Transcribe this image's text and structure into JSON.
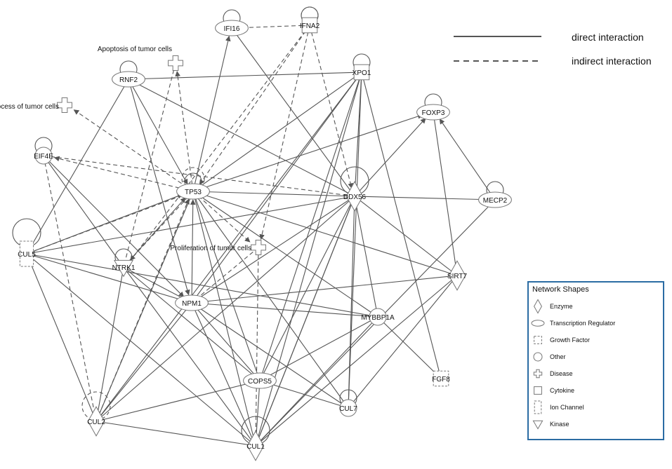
{
  "nodes": [
    {
      "id": "IFI16",
      "label": "IFI16",
      "shape": "ellipse"
    },
    {
      "id": "IFNA2",
      "label": "IFNA2",
      "shape": "cytokine"
    },
    {
      "id": "APOP",
      "label": "Apoptosis of tumor cells",
      "shape": "disease"
    },
    {
      "id": "RNF2",
      "label": "RNF2",
      "shape": "ellipse"
    },
    {
      "id": "XPO1",
      "label": "XPO1",
      "shape": "cytokine"
    },
    {
      "id": "CELLDIV",
      "label": "Cell division process of tumor cells",
      "shape": "disease"
    },
    {
      "id": "FOXP3",
      "label": "FOXP3",
      "shape": "ellipse"
    },
    {
      "id": "EIF4E",
      "label": "EIF4E",
      "shape": "other"
    },
    {
      "id": "TP53",
      "label": "TP53",
      "shape": "ellipse"
    },
    {
      "id": "DDX56",
      "label": "DDX56",
      "shape": "enzyme"
    },
    {
      "id": "MECP2",
      "label": "MECP2",
      "shape": "ellipse"
    },
    {
      "id": "CUL5",
      "label": "CUL5",
      "shape": "ionchannel"
    },
    {
      "id": "PROLIF",
      "label": "Proliferation of tumor cells",
      "shape": "disease"
    },
    {
      "id": "NTRK1",
      "label": "NTRK1",
      "shape": "kinase"
    },
    {
      "id": "SIRT7",
      "label": "SIRT7",
      "shape": "enzyme"
    },
    {
      "id": "NPM1",
      "label": "NPM1",
      "shape": "ellipse"
    },
    {
      "id": "MYBBP1A",
      "label": "MYBBP1A",
      "shape": "other"
    },
    {
      "id": "FGF8",
      "label": "FGF8",
      "shape": "growthfactor"
    },
    {
      "id": "COPS5",
      "label": "COPS5",
      "shape": "ellipse"
    },
    {
      "id": "CUL7",
      "label": "CUL7",
      "shape": "other"
    },
    {
      "id": "CUL2",
      "label": "CUL2",
      "shape": "enzyme"
    },
    {
      "id": "CUL1",
      "label": "CUL1",
      "shape": "enzyme"
    }
  ],
  "edges": [
    {
      "from": "IFNA2",
      "to": "IFI16",
      "type": "indirect",
      "arrow": true
    },
    {
      "from": "IFNA2",
      "to": "TP53",
      "type": "indirect",
      "arrow": true
    },
    {
      "from": "IFNA2",
      "to": "DDX56",
      "type": "indirect",
      "arrow": true
    },
    {
      "from": "IFNA2",
      "to": "PROLIF",
      "type": "indirect",
      "arrow": true
    },
    {
      "from": "IFNA2",
      "to": "NTRK1",
      "type": "indirect",
      "arrow": true
    },
    {
      "from": "IFI16",
      "to": "DDX56",
      "type": "direct",
      "arrow": false
    },
    {
      "from": "TP53",
      "to": "IFI16",
      "type": "direct",
      "arrow": true
    },
    {
      "from": "TP53",
      "to": "APOP",
      "type": "indirect",
      "arrow": true
    },
    {
      "from": "TP53",
      "to": "CELLDIV",
      "type": "indirect",
      "arrow": true
    },
    {
      "from": "TP53",
      "to": "EIF4E",
      "type": "indirect",
      "arrow": true
    },
    {
      "from": "TP53",
      "to": "PROLIF",
      "type": "indirect",
      "arrow": true
    },
    {
      "from": "APOP",
      "to": "NTRK1",
      "type": "indirect",
      "arrow": false
    },
    {
      "from": "RNF2",
      "to": "XPO1",
      "type": "direct",
      "arrow": false
    },
    {
      "from": "RNF2",
      "to": "TP53",
      "type": "direct",
      "arrow": true
    },
    {
      "from": "RNF2",
      "to": "DDX56",
      "type": "direct",
      "arrow": false
    },
    {
      "from": "RNF2",
      "to": "CUL5",
      "type": "direct",
      "arrow": false
    },
    {
      "from": "RNF2",
      "to": "NPM1",
      "type": "direct",
      "arrow": true
    },
    {
      "from": "XPO1",
      "to": "TP53",
      "type": "direct",
      "arrow": false
    },
    {
      "from": "XPO1",
      "to": "NPM1",
      "type": "direct",
      "arrow": false
    },
    {
      "from": "XPO1",
      "to": "COPS5",
      "type": "direct",
      "arrow": false
    },
    {
      "from": "XPO1",
      "to": "CUL1",
      "type": "direct",
      "arrow": false
    },
    {
      "from": "XPO1",
      "to": "CUL2",
      "type": "direct",
      "arrow": false
    },
    {
      "from": "XPO1",
      "to": "CUL7",
      "type": "direct",
      "arrow": false
    },
    {
      "from": "XPO1",
      "to": "FGF8",
      "type": "direct",
      "arrow": false
    },
    {
      "from": "MECP2",
      "to": "FOXP3",
      "type": "direct",
      "arrow": true
    },
    {
      "from": "SIRT7",
      "to": "FOXP3",
      "type": "direct",
      "arrow": false
    },
    {
      "from": "TP53",
      "to": "FOXP3",
      "type": "direct",
      "arrow": true
    },
    {
      "from": "DDX56",
      "to": "MECP2",
      "type": "direct",
      "arrow": false
    },
    {
      "from": "DDX56",
      "to": "TP53",
      "type": "direct",
      "arrow": false
    },
    {
      "from": "EIF4E",
      "to": "DDX56",
      "type": "indirect",
      "arrow": false
    },
    {
      "from": "EIF4E",
      "to": "NTRK1",
      "type": "direct",
      "arrow": false
    },
    {
      "from": "EIF4E",
      "to": "CUL2",
      "type": "indirect",
      "arrow": false
    },
    {
      "from": "EIF4E",
      "to": "NPM1",
      "type": "direct",
      "arrow": true
    },
    {
      "from": "CUL5",
      "to": "TP53",
      "type": "direct",
      "arrow": true
    },
    {
      "from": "CUL5",
      "to": "DDX56",
      "type": "direct",
      "arrow": false
    },
    {
      "from": "CUL5",
      "to": "NPM1",
      "type": "direct",
      "arrow": false
    },
    {
      "from": "CUL5",
      "to": "MYBBP1A",
      "type": "direct",
      "arrow": false
    },
    {
      "from": "CUL5",
      "to": "CUL2",
      "type": "direct",
      "arrow": false
    },
    {
      "from": "CUL5",
      "to": "CUL1",
      "type": "direct",
      "arrow": false
    },
    {
      "from": "CUL5",
      "to": "TP53",
      "type": "indirect",
      "arrow": false
    },
    {
      "from": "NTRK1",
      "to": "TP53",
      "type": "direct",
      "arrow": true
    },
    {
      "from": "NTRK1",
      "to": "NPM1",
      "type": "direct",
      "arrow": false
    },
    {
      "from": "NTRK1",
      "to": "COPS5",
      "type": "direct",
      "arrow": false
    },
    {
      "from": "NTRK1",
      "to": "CUL1",
      "type": "direct",
      "arrow": false
    },
    {
      "from": "NPM1",
      "to": "TP53",
      "type": "direct",
      "arrow": true
    },
    {
      "from": "NPM1",
      "to": "DDX56",
      "type": "direct",
      "arrow": false
    },
    {
      "from": "NPM1",
      "to": "SIRT7",
      "type": "direct",
      "arrow": false
    },
    {
      "from": "NPM1",
      "to": "MYBBP1A",
      "type": "direct",
      "arrow": false
    },
    {
      "from": "NPM1",
      "to": "COPS5",
      "type": "direct",
      "arrow": false
    },
    {
      "from": "NPM1",
      "to": "CUL7",
      "type": "direct",
      "arrow": false
    },
    {
      "from": "NPM1",
      "to": "CUL2",
      "type": "direct",
      "arrow": false
    },
    {
      "from": "NPM1",
      "to": "CUL1",
      "type": "direct",
      "arrow": false
    },
    {
      "from": "PROLIF",
      "to": "NPM1",
      "type": "indirect",
      "arrow": false
    },
    {
      "from": "PROLIF",
      "to": "CUL1",
      "type": "indirect",
      "arrow": false
    },
    {
      "from": "TP53",
      "to": "SIRT7",
      "type": "direct",
      "arrow": false
    },
    {
      "from": "TP53",
      "to": "MYBBP1A",
      "type": "direct",
      "arrow": false
    },
    {
      "from": "TP53",
      "to": "COPS5",
      "type": "direct",
      "arrow": false
    },
    {
      "from": "TP53",
      "to": "CUL7",
      "type": "direct",
      "arrow": false
    },
    {
      "from": "TP53",
      "to": "CUL1",
      "type": "direct",
      "arrow": false
    },
    {
      "from": "TP53",
      "to": "CUL2",
      "type": "direct",
      "arrow": false
    },
    {
      "from": "TP53",
      "to": "NTRK1",
      "type": "indirect",
      "arrow": false
    },
    {
      "from": "CUL2",
      "to": "TP53",
      "type": "indirect",
      "arrow": true
    },
    {
      "from": "CUL2",
      "to": "DDX56",
      "type": "direct",
      "arrow": false
    },
    {
      "from": "CUL2",
      "to": "COPS5",
      "type": "direct",
      "arrow": false
    },
    {
      "from": "CUL2",
      "to": "CUL1",
      "type": "direct",
      "arrow": false
    },
    {
      "from": "COPS5",
      "to": "DDX56",
      "type": "direct",
      "arrow": false
    },
    {
      "from": "COPS5",
      "to": "CUL1",
      "type": "direct",
      "arrow": false
    },
    {
      "from": "COPS5",
      "to": "CUL7",
      "type": "direct",
      "arrow": false
    },
    {
      "from": "COPS5",
      "to": "MYBBP1A",
      "type": "direct",
      "arrow": false
    },
    {
      "from": "CUL7",
      "to": "DDX56",
      "type": "direct",
      "arrow": false
    },
    {
      "from": "CUL7",
      "to": "SIRT7",
      "type": "direct",
      "arrow": false
    },
    {
      "from": "CUL1",
      "to": "DDX56",
      "type": "direct",
      "arrow": false
    },
    {
      "from": "CUL1",
      "to": "SIRT7",
      "type": "direct",
      "arrow": false
    },
    {
      "from": "CUL1",
      "to": "MECP2",
      "type": "direct",
      "arrow": false
    },
    {
      "from": "MYBBP1A",
      "to": "DDX56",
      "type": "direct",
      "arrow": false
    },
    {
      "from": "MYBBP1A",
      "to": "FGF8",
      "type": "direct",
      "arrow": false
    },
    {
      "from": "MYBBP1A",
      "to": "CUL1",
      "type": "direct",
      "arrow": false
    },
    {
      "from": "DDX56",
      "to": "SIRT7",
      "type": "direct",
      "arrow": false
    },
    {
      "from": "DDX56",
      "to": "FOXP3",
      "type": "direct",
      "arrow": true
    },
    {
      "from": "DDX56",
      "to": "CUL1",
      "type": "direct",
      "arrow": false
    },
    {
      "from": "XPO1",
      "to": "DDX56",
      "type": "direct",
      "arrow": false
    },
    {
      "from": "CUL2",
      "to": "NTRK1",
      "type": "direct",
      "arrow": false
    }
  ],
  "self_loops": [
    "IFI16",
    "IFNA2",
    "RNF2",
    "XPO1",
    "FOXP3",
    "EIF4E",
    "TP53",
    "DDX56",
    "MECP2",
    "CUL5",
    "NTRK1",
    "CUL7",
    "CUL1"
  ],
  "self_loops_dashed": [
    "IFNA2",
    "CUL2",
    "TP53"
  ],
  "legend": {
    "direct_label": "direct interaction",
    "indirect_label": "indirect interaction"
  },
  "shapes_legend": {
    "title": "Network Shapes",
    "items": [
      {
        "key": "enzyme",
        "label": "Enzyme"
      },
      {
        "key": "ellipse",
        "label": "Transcription Regulator"
      },
      {
        "key": "growthfactor",
        "label": "Growth Factor"
      },
      {
        "key": "other",
        "label": "Other"
      },
      {
        "key": "disease",
        "label": "Disease"
      },
      {
        "key": "cytokine",
        "label": "Cytokine"
      },
      {
        "key": "ionchannel",
        "label": "Ion Channel"
      },
      {
        "key": "kinase",
        "label": "Kinase"
      }
    ],
    "border_color": "#2b6ca3"
  }
}
